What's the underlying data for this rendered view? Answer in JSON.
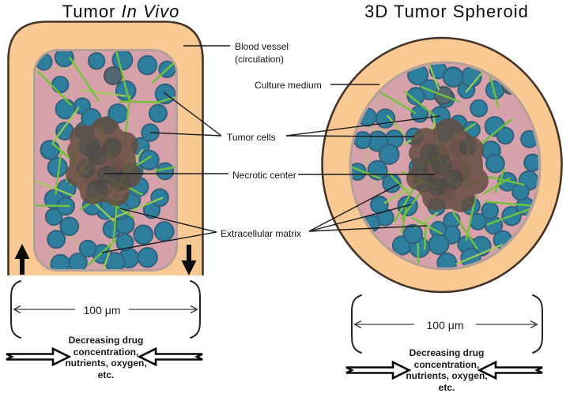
{
  "figure": {
    "left_panel": {
      "title_regular": "Tumor ",
      "title_italic": "In Vivo"
    },
    "right_panel": {
      "title": "3D Tumor Spheroid"
    },
    "labels": {
      "blood_vessel": [
        "Blood vessel",
        "(circulation)"
      ],
      "culture_medium": "Culture medium",
      "tumor_cells": "Tumor cells",
      "necrotic_center": "Necrotic center",
      "extracellular_matrix": "Extracellular matrix"
    },
    "scale_bar": {
      "label": "100 μm"
    },
    "gradient_note": [
      "Decreasing drug",
      "concentration,",
      "nutrients, oxygen,",
      "etc."
    ],
    "colors": {
      "vessel_orange": "#f8c992",
      "outline_dark": "#44342a",
      "matrix_pink": "#d7a1ab",
      "inner_ring": "#b4a096",
      "cell_fill": "#2e7e9e",
      "cell_stroke": "#30607a",
      "ecm_green": "#72c13c",
      "strand_olive": "#b9bd7f",
      "necrotic_brown": "#644c3f",
      "gray_cell": "#55676f"
    },
    "counts": {
      "left_cells": 56,
      "right_cells": 64,
      "left_fibers": 26,
      "right_fibers": 30
    }
  }
}
